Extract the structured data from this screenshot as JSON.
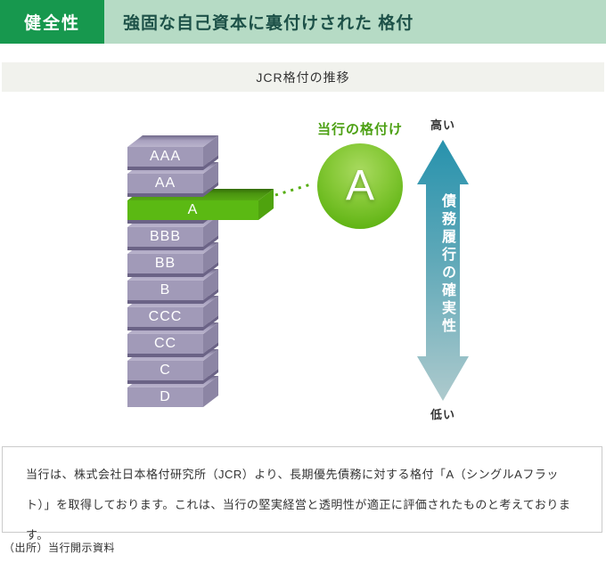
{
  "header": {
    "category_label": "健全性",
    "title": "強固な自己資本に裏付けされた 格付"
  },
  "subheader": {
    "title": "JCR格付の推移"
  },
  "diagram": {
    "rating_scale": [
      "AAA",
      "AA",
      "A",
      "BBB",
      "BB",
      "B",
      "CCC",
      "CC",
      "C",
      "D"
    ],
    "highlighted_rating": "A",
    "bank_rating_label": "当行の格付け",
    "bank_rating": "A",
    "axis": {
      "top_label": "高い",
      "bottom_label": "低い",
      "title": "債務履行の確実性"
    }
  },
  "description": {
    "text": "当行は、株式会社日本格付研究所（JCR）より、長期優先債務に対する格付「A（シングルAフラット）」を取得しております。これは、当行の堅実経営と透明性が適正に評価されたものと考えております。"
  },
  "source": {
    "text": "（出所）当行開示資料"
  },
  "colors": {
    "category_bg": "#17984e",
    "title_bar_bg": "#b6dbc5",
    "title_text": "#1d5148",
    "section_bar_bg": "#f1f2ed",
    "block_front": "#a19ab8",
    "block_side": "#8c85a4",
    "block_shadow": "#6b6386",
    "highlight_front": "#5bb913",
    "highlight_side": "#4fa30e",
    "bank_label_text": "#4ca013",
    "arrow_top": "#2792ad",
    "arrow_bottom": "#aecacd",
    "text": "#333333"
  }
}
